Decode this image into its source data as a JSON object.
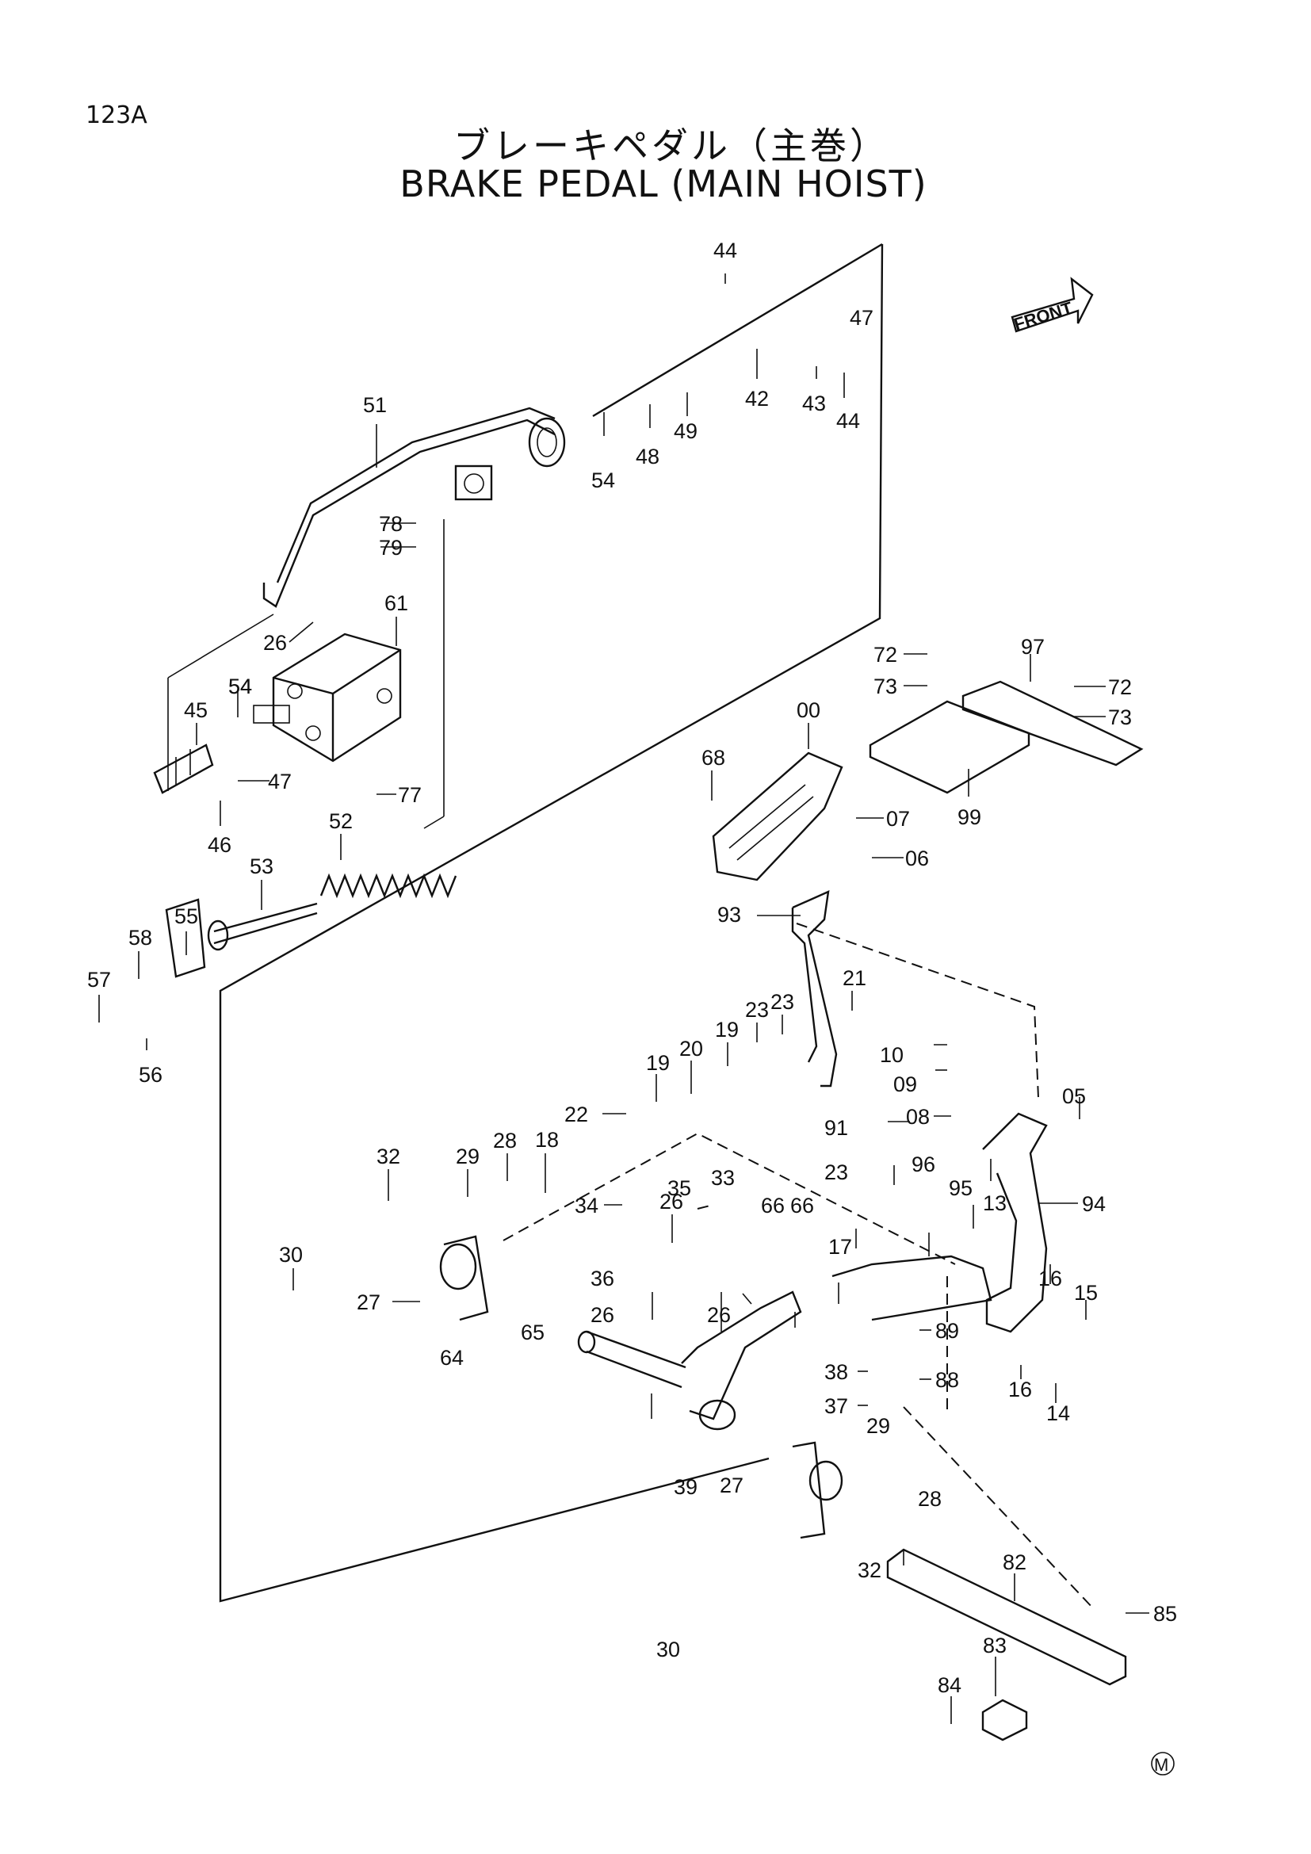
{
  "header": {
    "page_code": "123A",
    "title_jp": "ブレーキペダル（主巻）",
    "title_en": "BRAKE PEDAL (MAIN HOIST)"
  },
  "front_label": "FRONT",
  "mark": "M",
  "callouts": [
    "44",
    "47",
    "42",
    "43",
    "44",
    "51",
    "54",
    "48",
    "49",
    "54",
    "78",
    "79",
    "61",
    "26",
    "45",
    "54",
    "47",
    "46",
    "77",
    "52",
    "53",
    "55",
    "58",
    "57",
    "56",
    "72",
    "73",
    "97",
    "72",
    "73",
    "99",
    "00",
    "68",
    "07",
    "06",
    "93",
    "21",
    "23",
    "23",
    "19",
    "20",
    "19",
    "22",
    "18",
    "28",
    "29",
    "32",
    "30",
    "27",
    "34",
    "35",
    "33",
    "26",
    "66",
    "66",
    "36",
    "26",
    "26",
    "64",
    "65",
    "39",
    "27",
    "29",
    "28",
    "32",
    "30",
    "82",
    "85",
    "83",
    "84",
    "10",
    "09",
    "08",
    "05",
    "91",
    "23",
    "96",
    "95",
    "13",
    "94",
    "17",
    "16",
    "15",
    "89",
    "88",
    "38",
    "37",
    "16",
    "14"
  ]
}
